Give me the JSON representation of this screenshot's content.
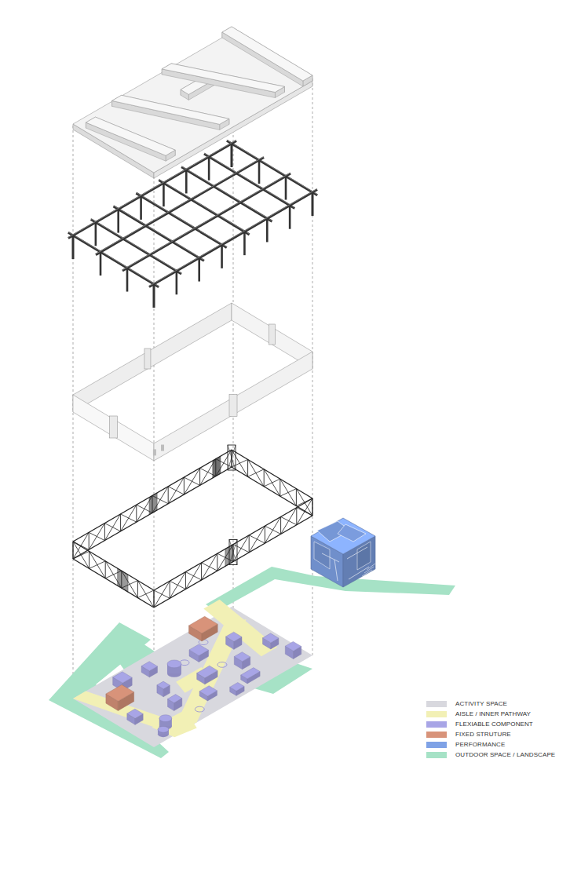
{
  "diagram": {
    "legend": [
      {
        "text": "ACTIVITY SPACE",
        "color": "#d8d8de"
      },
      {
        "text": "AISLE / INNER PATHWAY",
        "color": "#f2f0b5"
      },
      {
        "text": "FLEXIABLE COMPONENT",
        "color": "#a8a5e6"
      },
      {
        "text": "FIXED STRUTURE",
        "color": "#d8937a"
      },
      {
        "text": "PERFORMANCE",
        "color": "#7fa2e6"
      },
      {
        "text": "OUTDOOR SPACE / LANDSCAPE",
        "color": "#a6e2c6"
      }
    ]
  }
}
